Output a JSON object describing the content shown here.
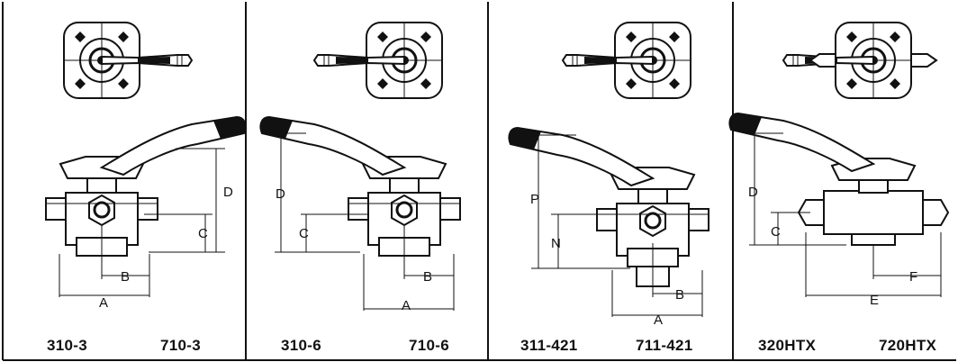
{
  "panels": [
    {
      "left_label": "310-3",
      "right_label": "710-3",
      "dims": {
        "a": "A",
        "b": "B",
        "c": "C",
        "d": "D"
      }
    },
    {
      "left_label": "310-6",
      "right_label": "710-6",
      "dims": {
        "a": "A",
        "b": "B",
        "c": "C",
        "d": "D"
      }
    },
    {
      "left_label": "311-421",
      "right_label": "711-421",
      "dims": {
        "a": "A",
        "b": "B",
        "n": "N",
        "p": "P"
      }
    },
    {
      "left_label": "320HTX",
      "right_label": "720HTX",
      "dims": {
        "c": "C",
        "d": "D",
        "e": "E",
        "f": "F"
      }
    }
  ]
}
